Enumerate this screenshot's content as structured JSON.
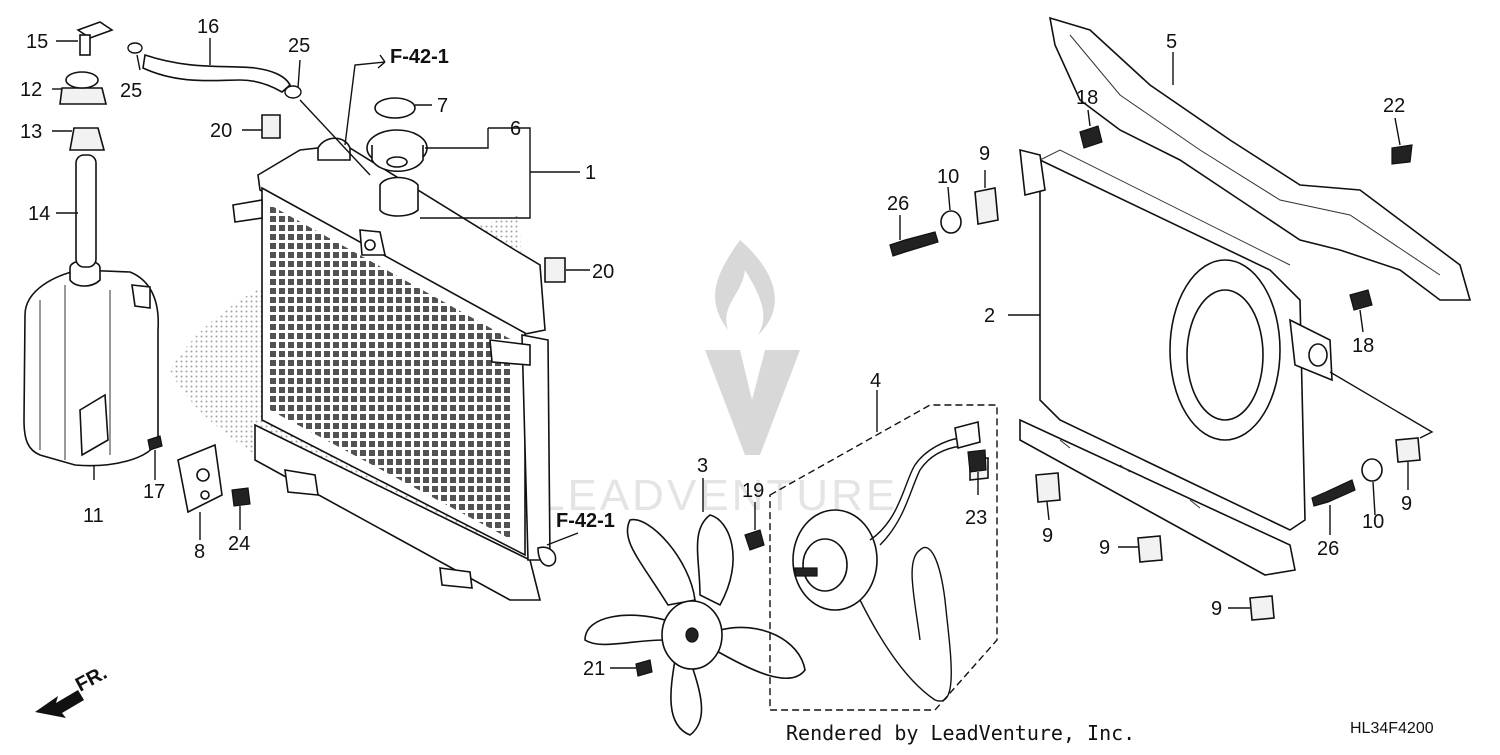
{
  "diagram": {
    "code": "HL34F4200",
    "footer": "Rendered by LeadVenture, Inc.",
    "watermark": "LEADVENTURE",
    "front_label": "FR.",
    "refs": {
      "top": "F-42-1",
      "side": "F-42-1"
    },
    "parts": {
      "p1": "1",
      "p2": "2",
      "p3": "3",
      "p4": "4",
      "p5": "5",
      "p6": "6",
      "p7": "7",
      "p8": "8",
      "p9a": "9",
      "p9b": "9",
      "p9c": "9",
      "p9d": "9",
      "p9e": "9",
      "p10a": "10",
      "p10b": "10",
      "p11": "11",
      "p12": "12",
      "p13": "13",
      "p14": "14",
      "p15": "15",
      "p16": "16",
      "p17": "17",
      "p18a": "18",
      "p18b": "18",
      "p19": "19",
      "p20a": "20",
      "p20b": "20",
      "p21": "21",
      "p22": "22",
      "p23": "23",
      "p24": "24",
      "p25a": "25",
      "p25b": "25",
      "p26a": "26",
      "p26b": "26"
    }
  }
}
